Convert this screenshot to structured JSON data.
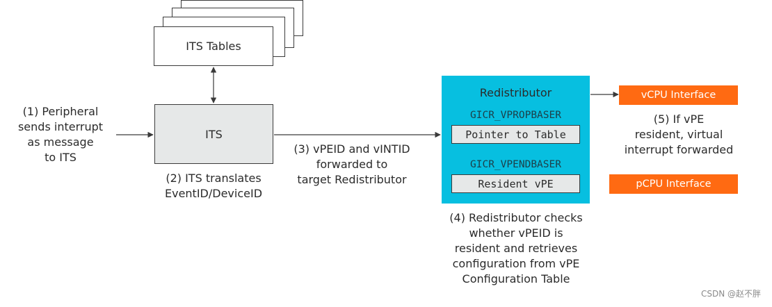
{
  "diagram": {
    "its_tables": {
      "label": "ITS Tables"
    },
    "its": {
      "label": "ITS"
    },
    "redistributor": {
      "title": "Redistributor",
      "register1": {
        "name": "GICR_VPROPBASER",
        "field": "Pointer to Table"
      },
      "register2": {
        "name": "GICR_VPENDBASER",
        "field": "Resident vPE"
      }
    },
    "vcpu_interface": {
      "label": "vCPU Interface"
    },
    "pcpu_interface": {
      "label": "pCPU Interface"
    },
    "step1": {
      "lines": [
        "(1) Peripheral",
        "sends interrupt",
        "as message",
        "to ITS"
      ]
    },
    "step2": {
      "lines": [
        "(2) ITS translates",
        "EventID/DeviceID"
      ]
    },
    "step3": {
      "lines": [
        "(3) vPEID and vINTID",
        "forwarded to",
        "target Redistributor"
      ]
    },
    "step4": {
      "lines": [
        "(4) Redistributor checks",
        "whether vPEID is",
        "resident and retrieves",
        "configuration from vPE",
        "Configuration Table"
      ]
    },
    "step5": {
      "lines": [
        "(5) If vPE",
        "resident, virtual",
        "interrupt forwarded"
      ]
    }
  },
  "watermark": "CSDN @赵不胖",
  "colors": {
    "redistributor_fill": "#07bfe0",
    "interface_fill": "#ff6a12",
    "its_fill": "#e6e8e8",
    "line": "#3a3a3a"
  }
}
